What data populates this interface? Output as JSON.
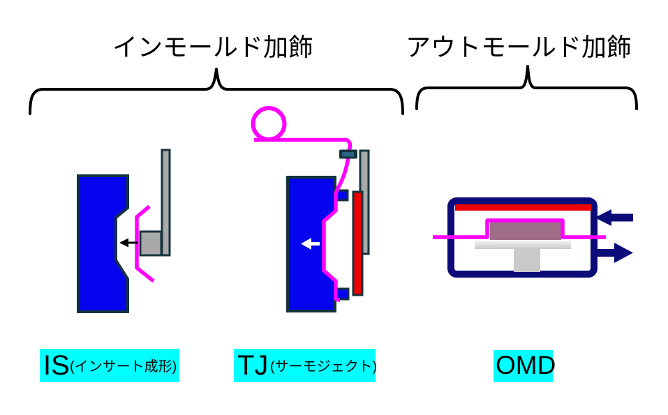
{
  "header": {
    "in_mold_title": "インモールド加飾",
    "out_mold_title": "アウトモールド加飾"
  },
  "labels": {
    "is": {
      "abbr": "IS",
      "detail": "(インサート成形)"
    },
    "tj": {
      "abbr": "TJ",
      "detail": "(サーモジェクト)"
    },
    "omd": {
      "abbr": "OMD"
    }
  },
  "colors": {
    "mold-blue": "#0404ee",
    "outline-dark": "#15333d",
    "magenta-film": "#ff00ff",
    "navy": "#0c0c78",
    "red": "#ee0000",
    "gray-metal": "#a9a9a9",
    "mauve-part": "#9e6e88",
    "cyan-highlight": "#00ffff",
    "steel-blue": "#2a6084",
    "pedestal-gray": "#c9c9c9"
  }
}
